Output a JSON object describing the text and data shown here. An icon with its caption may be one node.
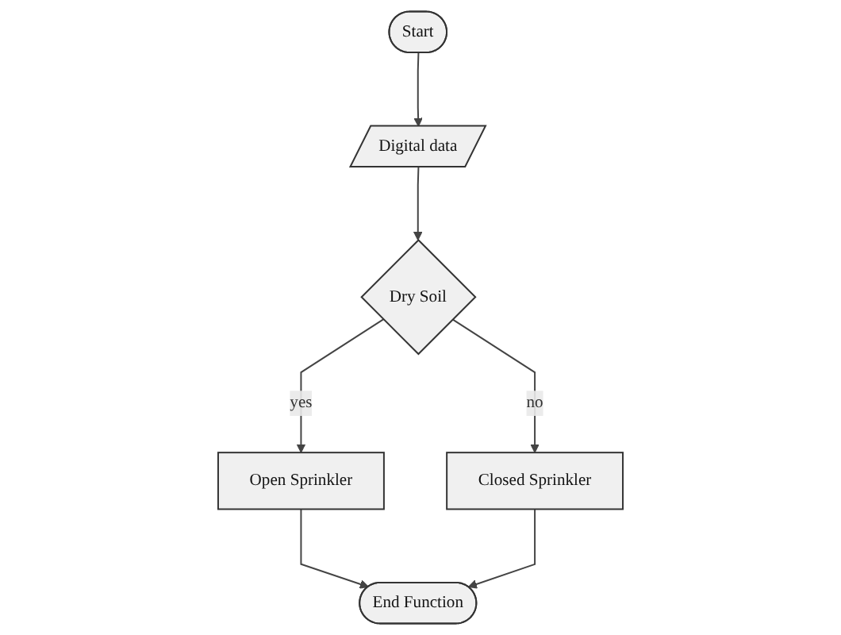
{
  "diagram": {
    "nodes": [
      {
        "text": [
          "Start"
        ]
      },
      {
        "text": [
          "Digital data"
        ]
      },
      {
        "text": [
          "Dry Soil"
        ]
      },
      {
        "text": [
          "Open Sprinkler"
        ]
      },
      {
        "text": [
          "Closed Sprinkler"
        ]
      },
      {
        "text": [
          "End Function"
        ]
      }
    ],
    "edges": [
      {
        "from": 0,
        "to": 1,
        "arrow": "to"
      },
      {
        "from": 1,
        "to": 2,
        "arrow": "to"
      },
      {
        "from": 2,
        "to": 3,
        "label": "yes",
        "arrow": "to"
      },
      {
        "from": 2,
        "to": 4,
        "label": "no",
        "arrow": "to"
      },
      {
        "from": 3,
        "to": 5,
        "arrow": "to"
      },
      {
        "from": 4,
        "to": 5,
        "arrow": "to"
      }
    ]
  }
}
